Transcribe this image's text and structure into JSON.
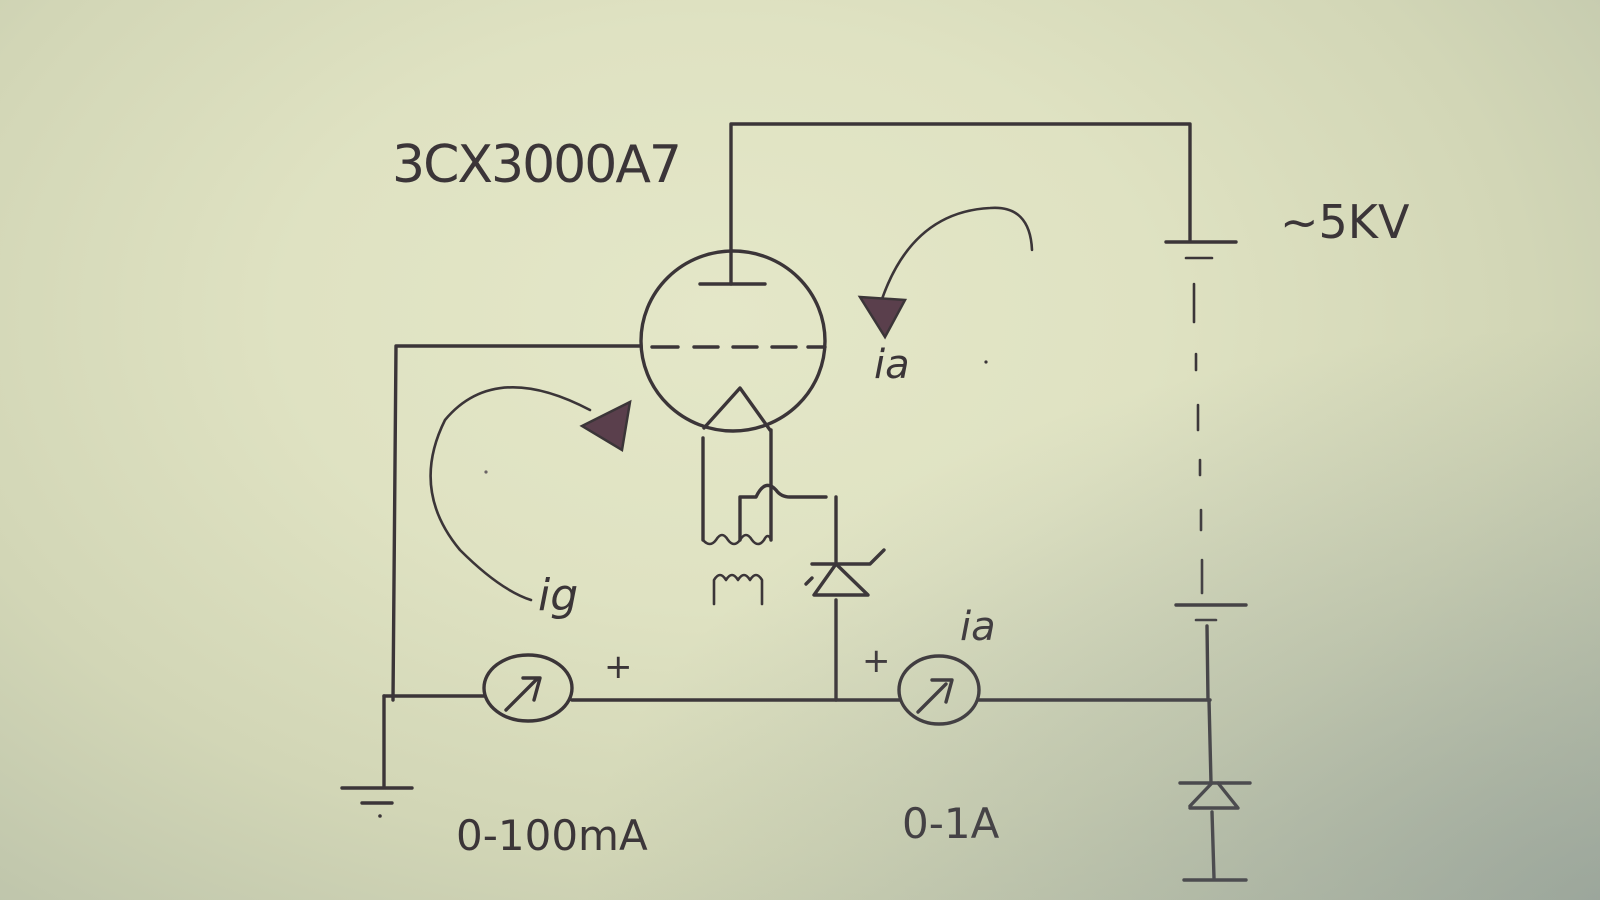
{
  "diagram": {
    "type": "hand-drawn circuit schematic",
    "background_color": "#dfe2c2",
    "ink_color": "#3b3538",
    "arrow_fill_color": "#5a3f4c"
  },
  "labels": {
    "tube_model": "3CX3000A7",
    "supply_voltage": "~5KV",
    "anode_current_arrow": "ia",
    "grid_current_arrow": "ig",
    "anode_meter_current": "ia",
    "grid_meter_plus": "+",
    "anode_meter_plus": "+",
    "grid_meter_range": "0-100mA",
    "anode_meter_range": "0-1A"
  },
  "components": [
    {
      "id": "tube",
      "kind": "triode vacuum tube",
      "label": "3CX3000A7"
    },
    {
      "id": "hv-battery",
      "kind": "high-voltage supply (battery stack)",
      "label": "~5KV"
    },
    {
      "id": "grid-meter",
      "kind": "ammeter",
      "range": "0-100mA"
    },
    {
      "id": "anode-meter",
      "kind": "ammeter",
      "range": "0-1A"
    },
    {
      "id": "filament-transformer",
      "kind": "transformer"
    },
    {
      "id": "zener-diode",
      "kind": "zener diode"
    },
    {
      "id": "protection-diode",
      "kind": "diode"
    },
    {
      "id": "ground-left",
      "kind": "ground"
    },
    {
      "id": "ground-right",
      "kind": "ground"
    }
  ]
}
